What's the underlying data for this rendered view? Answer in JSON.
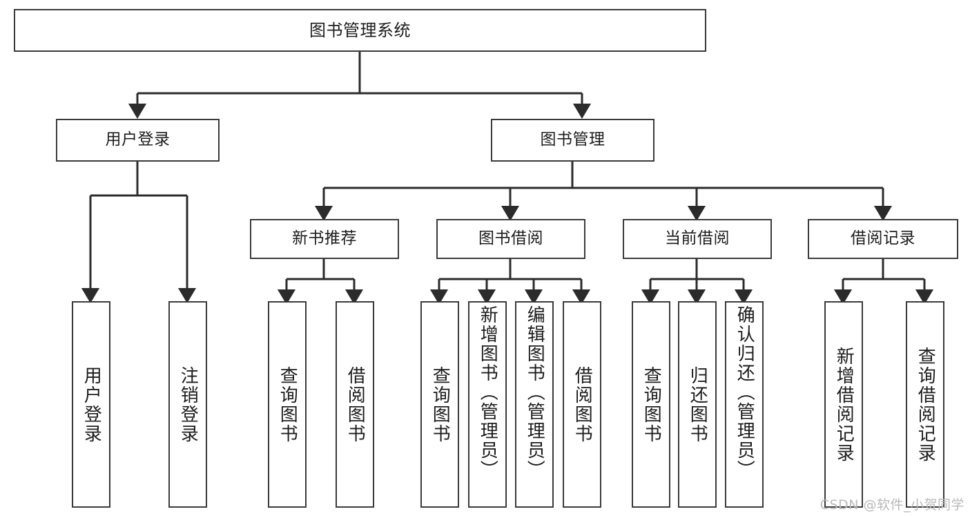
{
  "diagram": {
    "title": "图书管理系统",
    "type": "hierarchy-tree",
    "watermark": "CSDN @软件_小贺同学",
    "colors": {
      "box_border": "#3a3a3a",
      "box_fill": "#ffffff",
      "edge": "#2b2b2b",
      "text": "#1c1c1c",
      "watermark": "#b9b9b9",
      "background": "#ffffff"
    },
    "levels": {
      "root": {
        "label": "图书管理系统"
      },
      "level2": [
        {
          "label": "用户登录"
        },
        {
          "label": "图书管理"
        }
      ],
      "level3": [
        {
          "label": "新书推荐"
        },
        {
          "label": "图书借阅"
        },
        {
          "label": "当前借阅"
        },
        {
          "label": "借阅记录"
        }
      ],
      "leaves": [
        {
          "label": "用户登录"
        },
        {
          "label": "注销登录"
        },
        {
          "label": "查询图书"
        },
        {
          "label": "借阅图书"
        },
        {
          "label": "查询图书"
        },
        {
          "label": "新增图书（管理员）"
        },
        {
          "label": "编辑图书（管理员）"
        },
        {
          "label": "借阅图书"
        },
        {
          "label": "查询图书"
        },
        {
          "label": "归还图书"
        },
        {
          "label": "确认归还（管理员）"
        },
        {
          "label": "新增借阅记录"
        },
        {
          "label": "查询借阅记录"
        }
      ]
    },
    "tree": {
      "name": "图书管理系统",
      "children": [
        {
          "name": "用户登录",
          "children": [
            {
              "name": "用户登录"
            },
            {
              "name": "注销登录"
            }
          ]
        },
        {
          "name": "图书管理",
          "children": [
            {
              "name": "新书推荐",
              "children": [
                {
                  "name": "查询图书"
                },
                {
                  "name": "借阅图书"
                }
              ]
            },
            {
              "name": "图书借阅",
              "children": [
                {
                  "name": "查询图书"
                },
                {
                  "name": "新增图书（管理员）"
                },
                {
                  "name": "编辑图书（管理员）"
                },
                {
                  "name": "借阅图书"
                }
              ]
            },
            {
              "name": "当前借阅",
              "children": [
                {
                  "name": "查询图书"
                },
                {
                  "name": "归还图书"
                },
                {
                  "name": "确认归还（管理员）"
                }
              ]
            },
            {
              "name": "借阅记录",
              "children": [
                {
                  "name": "新增借阅记录"
                },
                {
                  "name": "查询借阅记录"
                }
              ]
            }
          ]
        }
      ]
    }
  }
}
